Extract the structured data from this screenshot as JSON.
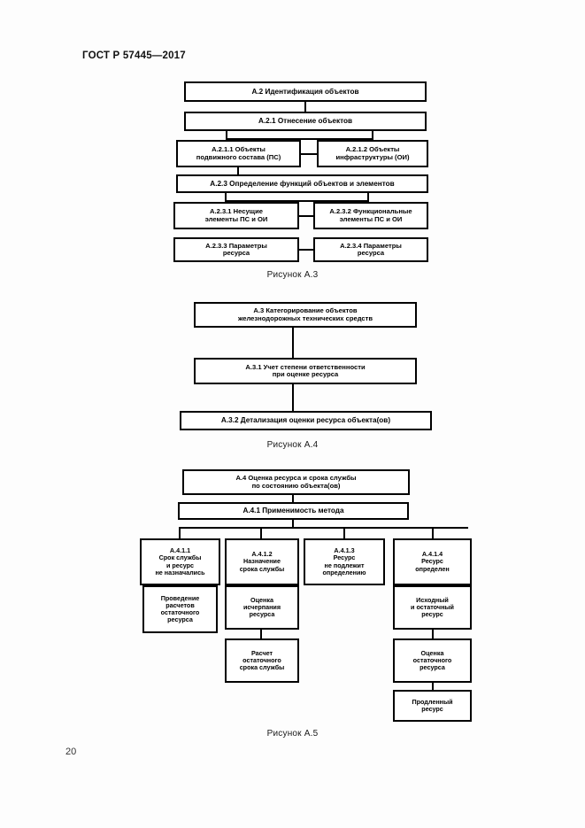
{
  "document": {
    "standard_header": "ГОСТ Р 57445—2017",
    "page_number": "20"
  },
  "figures": [
    {
      "caption": "Рисунок А.3",
      "nodes": [
        {
          "id": "A.2",
          "text": "А.2 Идентификация объектов"
        },
        {
          "id": "A.2.1",
          "text": "А.2.1 Отнесение объектов"
        },
        {
          "id": "A.2.1.1",
          "text": "А.2.1.1 Объекты\nподвижного состава (ПС)"
        },
        {
          "id": "A.2.1.2",
          "text": "А.2.1.2 Объекты\nинфраструктуры (ОИ)"
        },
        {
          "id": "A.2.3",
          "text": "А.2.3 Определение функций объектов и элементов"
        },
        {
          "id": "A.2.3.1",
          "text": "А.2.3.1 Несущие\nэлементы ПС и ОИ"
        },
        {
          "id": "A.2.3.2",
          "text": "А.2.3.2 Функциональные\nэлементы ПС и ОИ"
        },
        {
          "id": "A.2.3.3",
          "text": "А.2.3.3 Параметры\nресурса"
        },
        {
          "id": "A.2.3.4",
          "text": "А.2.3.4 Параметры\nресурса"
        }
      ]
    },
    {
      "caption": "Рисунок А.4",
      "nodes": [
        {
          "id": "A.3",
          "text": "А.3 Категорирование объектов\nжелезнодорожных технических средств"
        },
        {
          "id": "A.3.1",
          "text": "А.3.1 Учет степени ответственности\nпри оценке ресурса"
        },
        {
          "id": "A.3.2",
          "text": "А.3.2 Детализация оценки ресурса объекта(ов)"
        }
      ]
    },
    {
      "caption": "Рисунок А.5",
      "nodes": [
        {
          "id": "A.4",
          "text": "А.4 Оценка ресурса и срока службы\nпо состоянию объекта(ов)"
        },
        {
          "id": "A.4.1",
          "text": "А.4.1 Применимость метода"
        },
        {
          "id": "A.4.1.1",
          "text": "А.4.1.1\nСрок службы\nи ресурс\nне назначались"
        },
        {
          "id": "A.4.1.2",
          "text": "А.4.1.2\nНазначение\nсрока службы"
        },
        {
          "id": "A.4.1.3",
          "text": "А.4.1.3\nРесурс\nне подлежит\nопределению"
        },
        {
          "id": "A.4.1.4",
          "text": "А.4.1.4\nРесурс\nопределен"
        },
        {
          "id": "c1r2",
          "text": "Проведение\nрасчетов\nостаточного\nресурса"
        },
        {
          "id": "c2r2",
          "text": "Оценка\nисчерпания\nресурса"
        },
        {
          "id": "c2r3",
          "text": "Расчет\nостаточного\nсрока службы"
        },
        {
          "id": "c4r2",
          "text": "Исходный\nи остаточный\nресурс"
        },
        {
          "id": "c4r3",
          "text": "Оценка\nостаточного\nресурса"
        },
        {
          "id": "c4r4",
          "text": "Продленный\nресурс"
        }
      ]
    }
  ]
}
